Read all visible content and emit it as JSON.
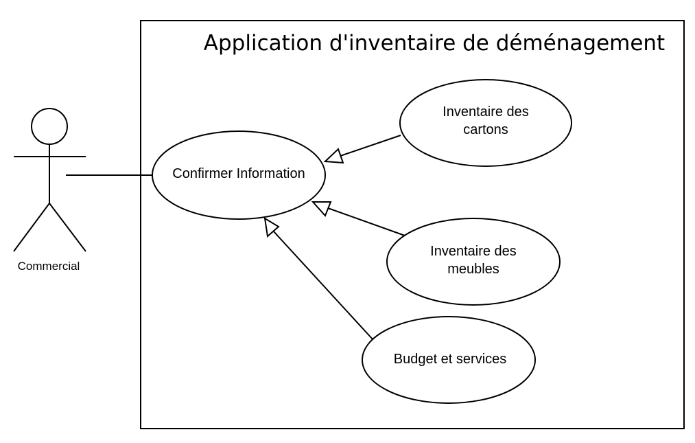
{
  "system": {
    "title": "Application d'inventaire de déménagement"
  },
  "actor": {
    "name": "Commercial"
  },
  "use_cases": {
    "confirm": {
      "line1": "Confirmer Information"
    },
    "cartons": {
      "line1": "Inventaire des",
      "line2": "cartons"
    },
    "meubles": {
      "line1": "Inventaire des",
      "line2": "meubles"
    },
    "budget": {
      "line1": "Budget et services"
    }
  },
  "relations": [
    {
      "type": "association",
      "from": "Commercial",
      "to": "Confirmer Information"
    },
    {
      "type": "generalization",
      "from": "Inventaire des cartons",
      "to": "Confirmer Information"
    },
    {
      "type": "generalization",
      "from": "Inventaire des meubles",
      "to": "Confirmer Information"
    },
    {
      "type": "generalization",
      "from": "Budget et services",
      "to": "Confirmer Information"
    }
  ]
}
